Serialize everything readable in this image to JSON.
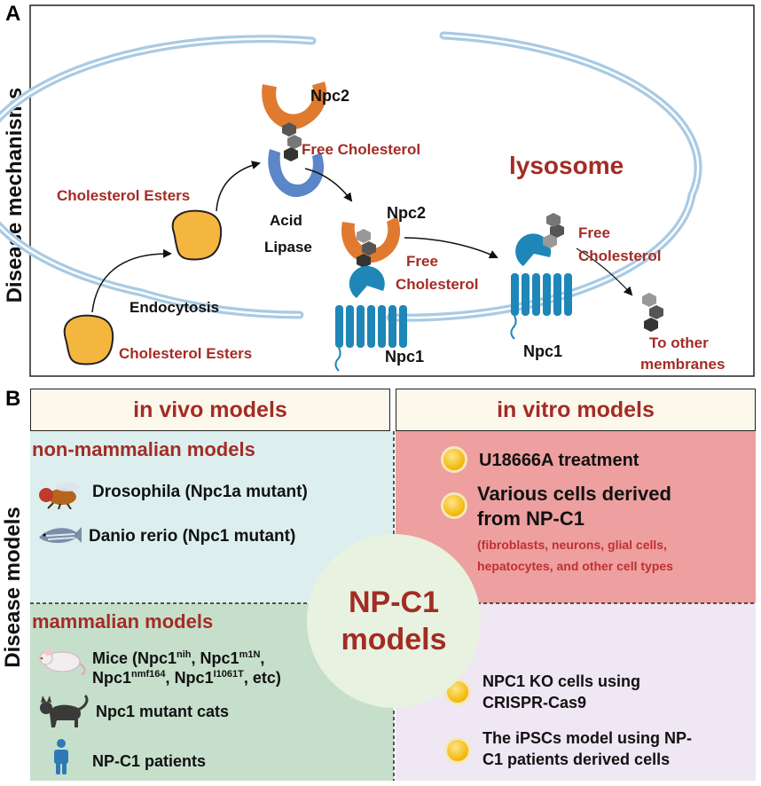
{
  "panel_a": {
    "letter": "A",
    "side_label": "Disease mechanisms",
    "labels": {
      "npc2_top": "Npc2",
      "free_chol_1": "Free Cholesterol",
      "lysosome": "lysosome",
      "chol_esters_top": "Cholesterol Esters",
      "acid": "Acid",
      "lipase": "Lipase",
      "npc2_mid": "Npc2",
      "free_chol_2a": "Free",
      "free_chol_2b": "Cholesterol",
      "free_chol_3a": "Free",
      "free_chol_3b": "Cholesterol",
      "endocytosis": "Endocytosis",
      "chol_esters_bottom": "Cholesterol Esters",
      "npc1_left": "Npc1",
      "npc1_right": "Npc1",
      "other_membranes_a": "To other",
      "other_membranes_b": "membranes"
    }
  },
  "panel_b": {
    "letter": "B",
    "side_label": "Disease models",
    "in_vivo_header": "in vivo models",
    "in_vitro_header": "in vitro models",
    "non_mammalian": {
      "title": "non-mammalian models",
      "items": [
        "Drosophila (Npc1a mutant)",
        "Danio rerio (Npc1 mutant)"
      ]
    },
    "mammalian": {
      "title": "mammalian models",
      "mice_prefix": "Mice (",
      "npc1": "Npc1",
      "sup_nih": "nih",
      "sup_m1n": "m1N",
      "sup_nmf164": "nmf164",
      "sup_i1061t": "I1061T",
      "comma": ", ",
      "etc": ", etc)",
      "cats": "Npc1 mutant cats",
      "patients": "NP-C1 patients"
    },
    "in_vitro_top": {
      "item1": "U18666A treatment",
      "item2_line1": "Various cells derived",
      "item2_line2": "from NP-C1",
      "detail_line1": "(fibroblasts, neurons, glial cells,",
      "detail_line2": "hepatocytes, and other cell types"
    },
    "in_vitro_bottom": {
      "item1_line1": "NPC1 KO cells using",
      "item1_line2": "CRISPR-Cas9",
      "item2_line1": "The iPSCs model using  NP-",
      "item2_line2": "C1 patients derived cells"
    },
    "center": {
      "line1": "NP-C1",
      "line2": "models"
    }
  },
  "colors": {
    "accent_red": "#a32c25",
    "membrane_blue": "#a9cbe3",
    "npc2_orange": "#e07a2e",
    "ester_yellow": "#f4b63f",
    "npc1_blue": "#1f86b8",
    "lipase_blue": "#5b86c8"
  }
}
